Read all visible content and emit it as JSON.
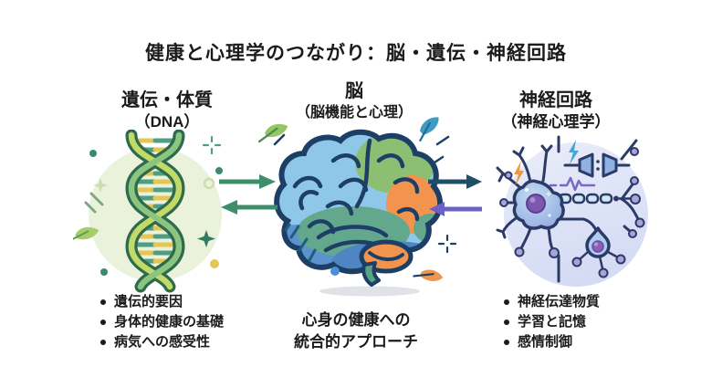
{
  "title": "健康と心理学のつながり：脳・遺伝・神経回路",
  "columns": {
    "genetics": {
      "heading": "遺伝・体質",
      "subheading": "（DNA）",
      "icon": "dna-helix-icon",
      "bullets": [
        "遺伝的要因",
        "身体的健康の基礎",
        "病気への感受性"
      ]
    },
    "brain": {
      "heading": "脳",
      "subheading": "（脳機能と心理）",
      "icon": "brain-icon",
      "caption_line1": "心身の健康への",
      "caption_line2": "統合的アプローチ"
    },
    "neural": {
      "heading": "神経回路",
      "subheading": "（神経心理学）",
      "icon": "neuron-icon",
      "bullets": [
        "神経伝達物質",
        "学習と記憶",
        "感情制御"
      ]
    }
  },
  "arrows": {
    "genetics_to_brain": {
      "direction": "right",
      "color": "#3f8e6b"
    },
    "brain_to_genetics": {
      "direction": "left",
      "color": "#3f8e6b"
    },
    "brain_to_neural": {
      "direction": "right",
      "color": "#1e4f66"
    },
    "neural_to_brain": {
      "direction": "left",
      "color": "#6a62c4"
    }
  },
  "colors": {
    "background": "#ffffff",
    "text": "#1b1b1b",
    "dna_circle_bg": "#eaf2dc",
    "dna_outline": "#2e6b4d",
    "dna_strand_lime": "#c3d968",
    "dna_strand_green": "#8cc482",
    "dna_rung_yellow": "#e4c654",
    "dna_rung_teal": "#4f9d85",
    "brain_outline": "#1d3f66",
    "brain_blue_light": "#8ec7e8",
    "brain_blue": "#4e86c4",
    "brain_green": "#8cbf72",
    "brain_teal": "#63a88c",
    "brain_orange": "#f2944e",
    "neuron_circle_bg": "#dde3f6",
    "neuron_outline": "#2b3a67",
    "neuron_nucleus_purple": "#7d58b0",
    "neuron_node_lavender": "#a9a3d9"
  }
}
